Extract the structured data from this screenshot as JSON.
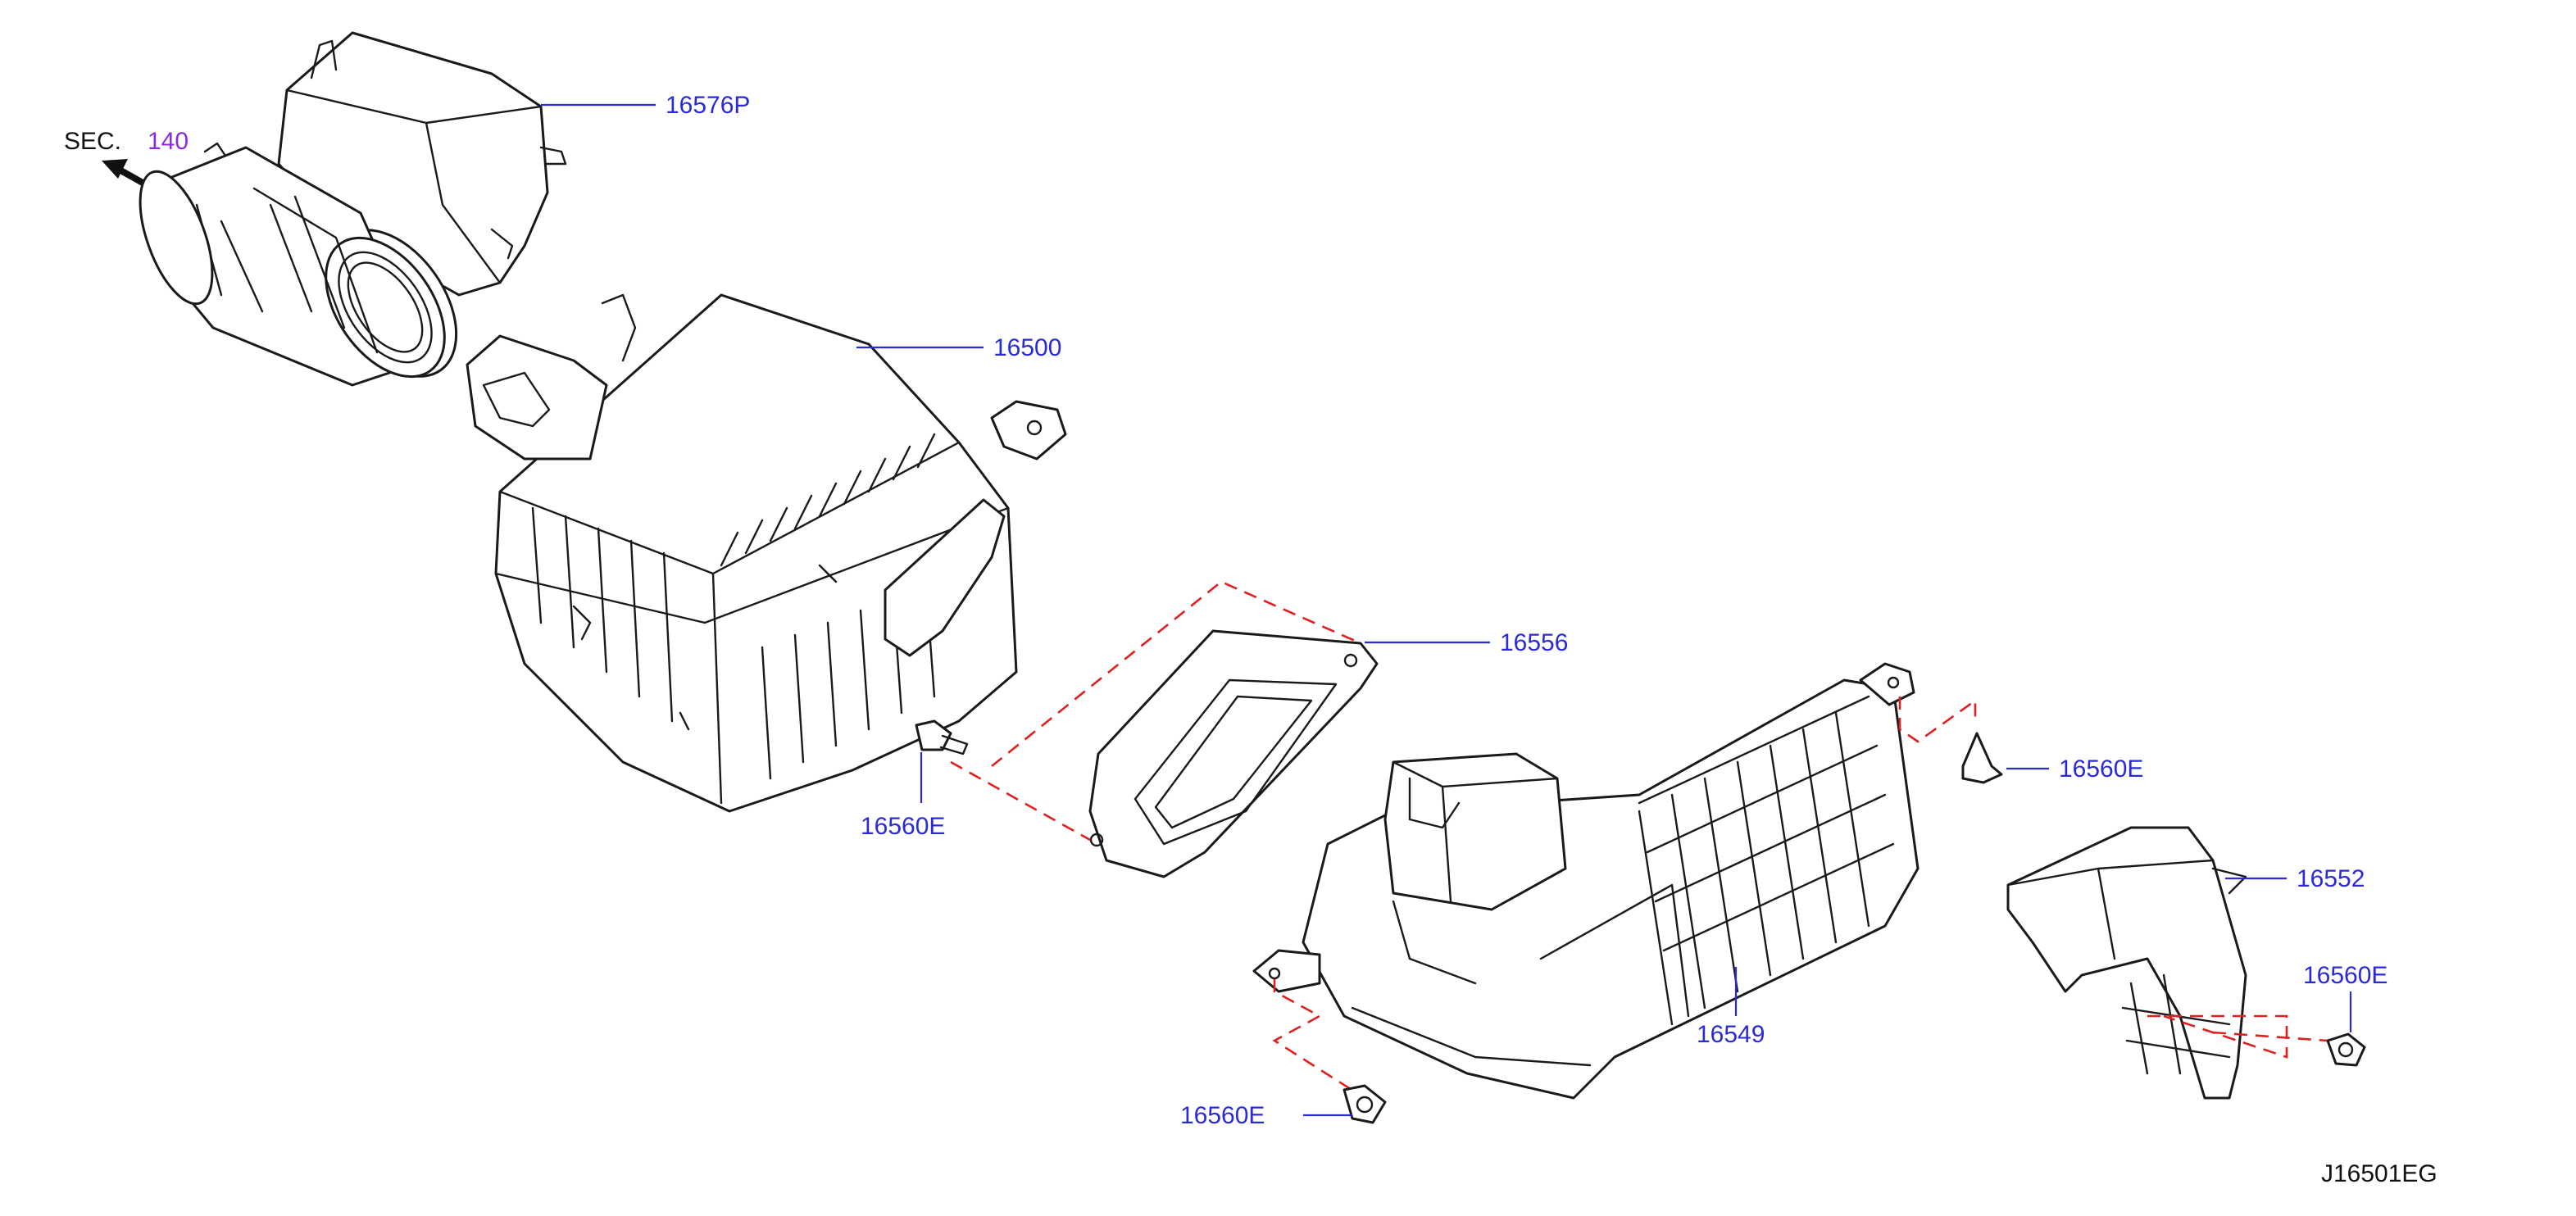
{
  "diagram": {
    "section_ref": {
      "prefix": "SEC.",
      "number": "140"
    },
    "drawing_code": "J16501EG",
    "callouts": {
      "resonator": "16576P",
      "air_cleaner_body": "16500",
      "duct_seal": "16556",
      "clip_left": "16560E",
      "inlet_duct": "16549",
      "clip_right_top": "16560E",
      "clip_bottom": "16560E",
      "duct_cover": "16552",
      "clip_right_bottom": "16560E"
    },
    "colors": {
      "callout_text": "#2a2ad6",
      "section_number": "#8a2be2",
      "dashed_guide": "#e02020",
      "linework": "#1a1a1a"
    }
  }
}
